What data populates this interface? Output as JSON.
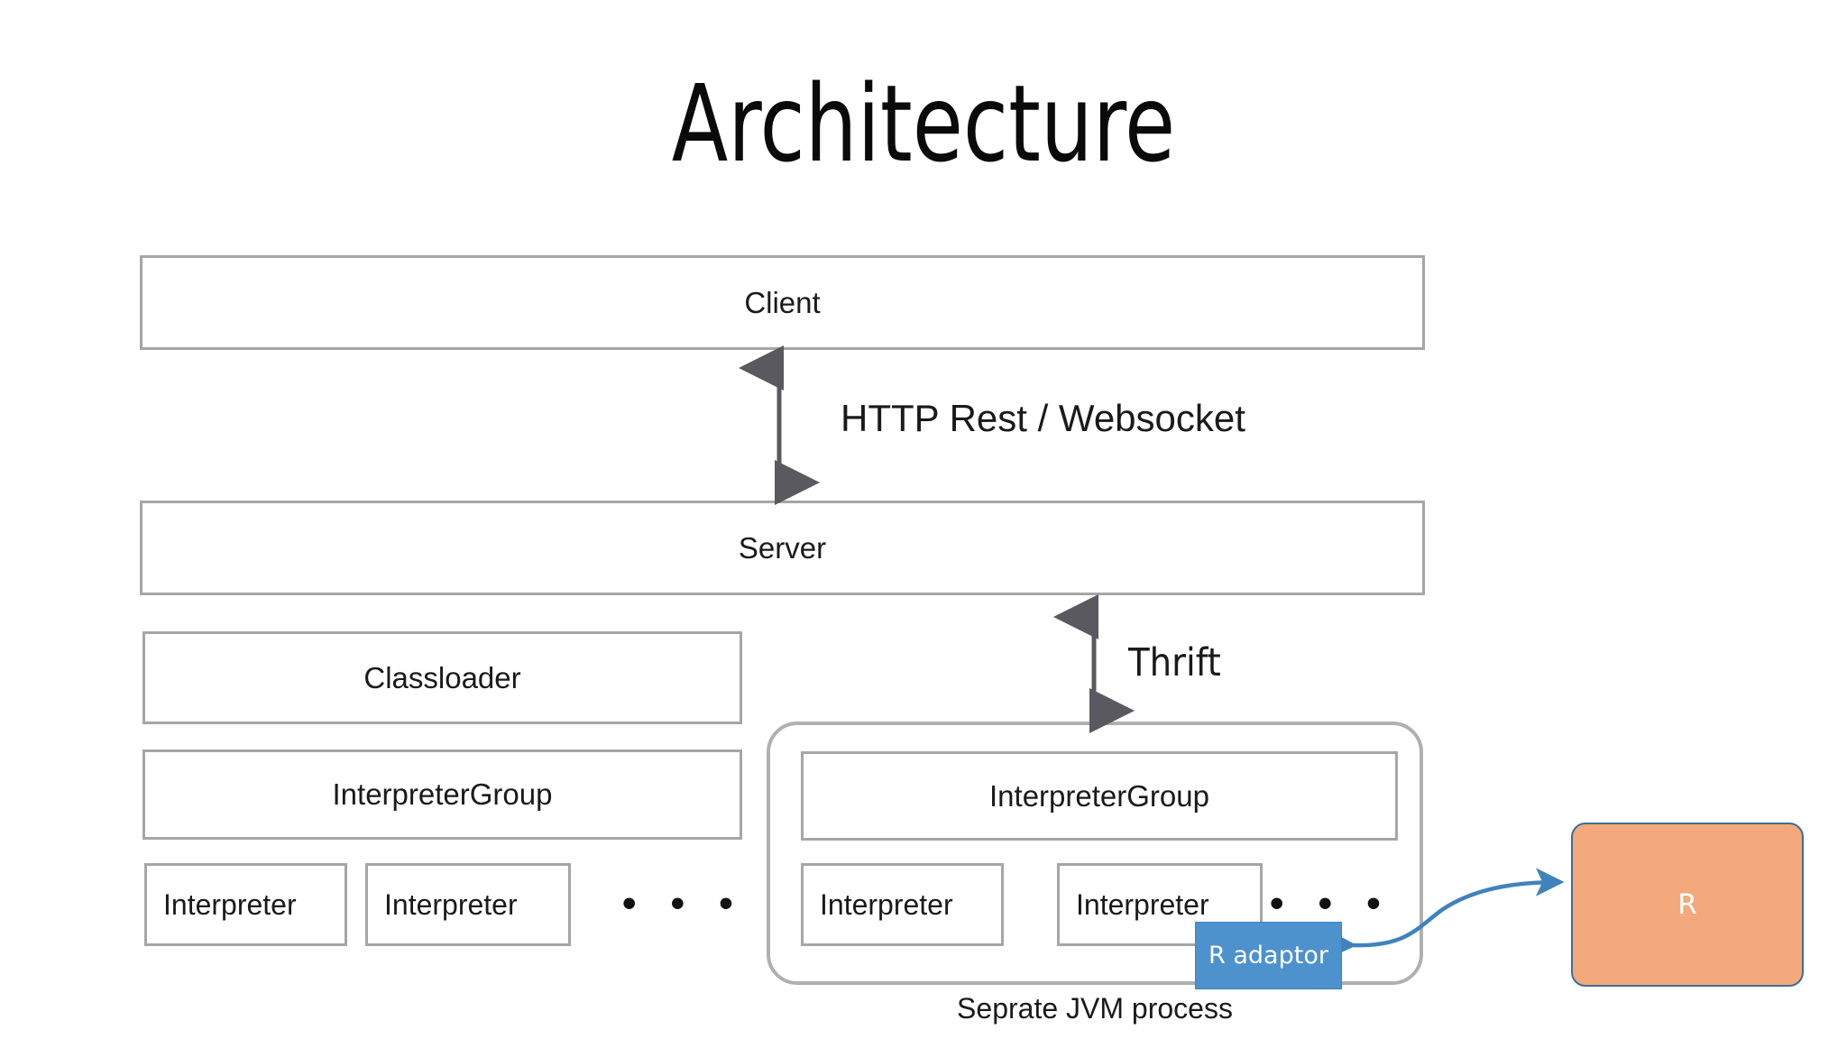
{
  "slide": {
    "title": "Architecture",
    "background_color": "#ffffff"
  },
  "colors": {
    "box_border": "#a6a6a6",
    "box_fill": "#ffffff",
    "arrow_gray": "#59595f",
    "arrow_blue": "#3f83bd",
    "r_adaptor_fill": "#4d92cd",
    "r_fill": "#f3a97c",
    "r_border": "#3e6e95",
    "text": "#1a1a1a"
  },
  "nodes": {
    "client": "Client",
    "server": "Server",
    "classloader": "Classloader",
    "interpreter_group_left": "InterpreterGroup",
    "interpreter_group_right": "InterpreterGroup",
    "interpreter_l1": "Interpreter",
    "interpreter_l2": "Interpreter",
    "interpreter_r1": "Interpreter",
    "interpreter_r2": "Interpreter",
    "r_adaptor": "R adaptor",
    "r": "R"
  },
  "ellipsis": {
    "left": "• • •",
    "right": "• • •"
  },
  "labels": {
    "http": "HTTP Rest / Websocket",
    "thrift": "Thrift",
    "jvm_caption": "Seprate JVM process"
  },
  "connectors": [
    {
      "name": "client-server-connector",
      "label": "HTTP Rest / Websocket",
      "style": "double-headed-vertical",
      "color": "#59595f",
      "from": "Client",
      "to": "Server"
    },
    {
      "name": "server-jvm-connector",
      "label": "Thrift",
      "style": "double-headed-vertical",
      "color": "#59595f",
      "from": "Server",
      "to": "InterpreterGroup"
    },
    {
      "name": "radaptor-r-connector",
      "label": "",
      "style": "double-headed-curve",
      "color": "#3f83bd",
      "from": "R adaptor",
      "to": "R"
    }
  ]
}
